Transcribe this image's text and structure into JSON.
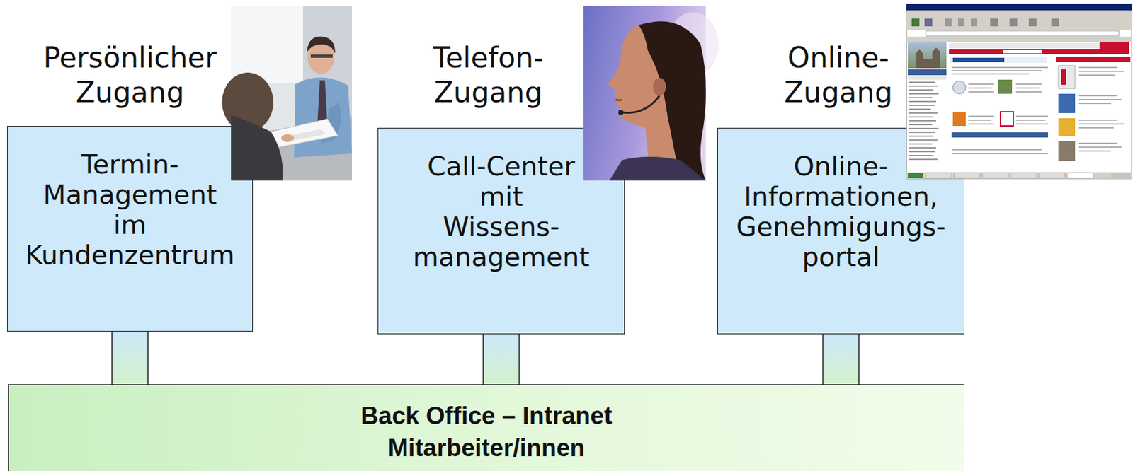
{
  "diagram": {
    "nodes": [
      {
        "text": [
          "Persönlicher Zugang",
          "Termin- Management im Kundenzentrum"
        ]
      },
      {
        "text": [
          "Telefon- Zugang",
          "Call-Center mit Wissens- management"
        ]
      },
      {
        "text": [
          "Online- Zugang",
          "Online- Informationen, Genehmigungs- portal"
        ]
      },
      {
        "text": [
          "Back Office – Intranet",
          "Mitarbeiter/innen"
        ]
      }
    ],
    "edges": [
      {
        "from": 0,
        "to": 3,
        "arrow": "none"
      },
      {
        "from": 1,
        "to": 3,
        "arrow": "none"
      },
      {
        "from": 2,
        "to": 3,
        "arrow": "none"
      }
    ]
  }
}
